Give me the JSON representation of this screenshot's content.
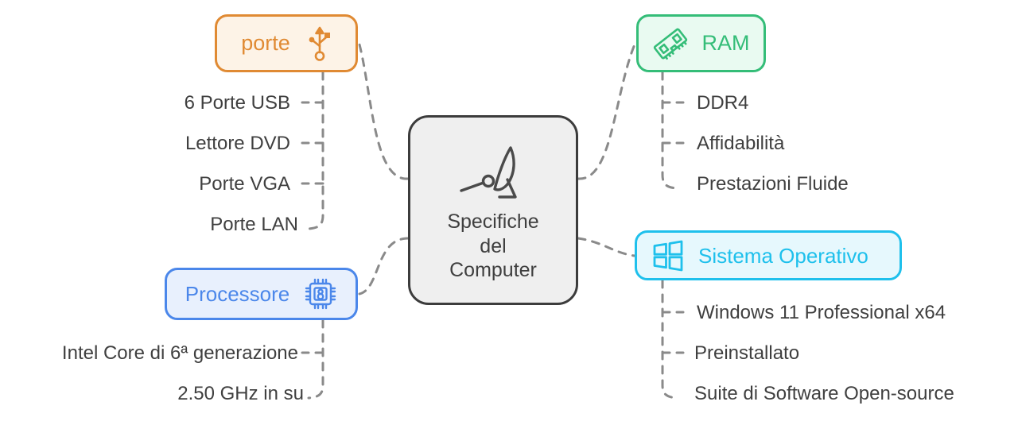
{
  "diagram": {
    "title": "Specifiche del Computer",
    "type": "mind-map",
    "language": "it"
  },
  "center": {
    "label": "Specifiche\ndel\nComputer",
    "icon": "desktop-computer-icon",
    "border_color": "#3c3c3c",
    "fill_color": "#efefef"
  },
  "branches": [
    {
      "id": "porte",
      "label": "porte",
      "icon": "usb-icon",
      "accent_color": "#e08a33",
      "fill_color": "#fdf3e7",
      "side": "left",
      "leaves": [
        "6 Porte USB",
        "Lettore DVD",
        "Porte VGA",
        "Porte LAN"
      ]
    },
    {
      "id": "ram",
      "label": "RAM",
      "icon": "ram-stick-icon",
      "accent_color": "#34bd78",
      "fill_color": "#e9faf1",
      "side": "right",
      "leaves": [
        "DDR4",
        "Affidabilità",
        "Prestazioni Fluide"
      ]
    },
    {
      "id": "processore",
      "label": "Processore",
      "icon": "cpu-chip-icon",
      "accent_color": "#4b87ea",
      "fill_color": "#e8f0fd",
      "side": "left",
      "leaves": [
        "Intel Core di 6ª generazione",
        "2.50 GHz in su"
      ]
    },
    {
      "id": "sistema-operativo",
      "label": "Sistema Operativo",
      "icon": "windows-logo-icon",
      "accent_color": "#1ec0ec",
      "fill_color": "#e6f8fd",
      "side": "right",
      "leaves": [
        "Windows 11 Professional x64",
        "Preinstallato",
        "Suite di Software Open-source"
      ]
    }
  ],
  "connector_style": {
    "color": "#8a8a8a",
    "dash": "9 9",
    "width": 3
  }
}
